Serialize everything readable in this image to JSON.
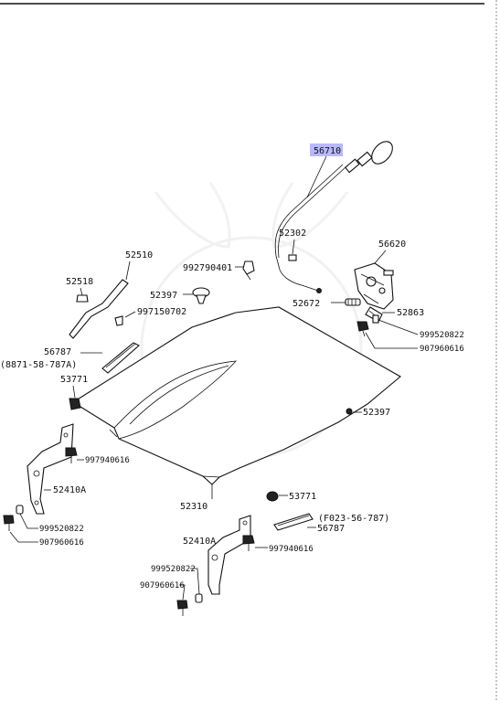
{
  "parts": {
    "p56710": "56710",
    "p52302": "52302",
    "p56620": "56620",
    "p992790401": "992790401",
    "p52510": "52510",
    "p52518": "52518",
    "p52397_top": "52397",
    "p997150702": "997150702",
    "p52672": "52672",
    "p52863": "52863",
    "p999520822_top": "999520822",
    "p907960616_top": "907960616",
    "p56787_left": "56787",
    "note_left": "(8871-58-787A)",
    "p53771_left": "53771",
    "p52397_right": "52397",
    "p997940616_left": "997940616",
    "p52410A_left": "52410A",
    "p999520822_left": "999520822",
    "p907960616_left": "907960616",
    "p52310": "52310",
    "p53771_right": "53771",
    "note_right": "(F023-56-787)",
    "p56787_right": "56787",
    "p52410A_right": "52410A",
    "p997940616_right": "997940616",
    "p999520822_right": "999520822",
    "p907960616_right": "907960616"
  },
  "colors": {
    "highlight": "#b8b8ff",
    "line": "#111111"
  }
}
